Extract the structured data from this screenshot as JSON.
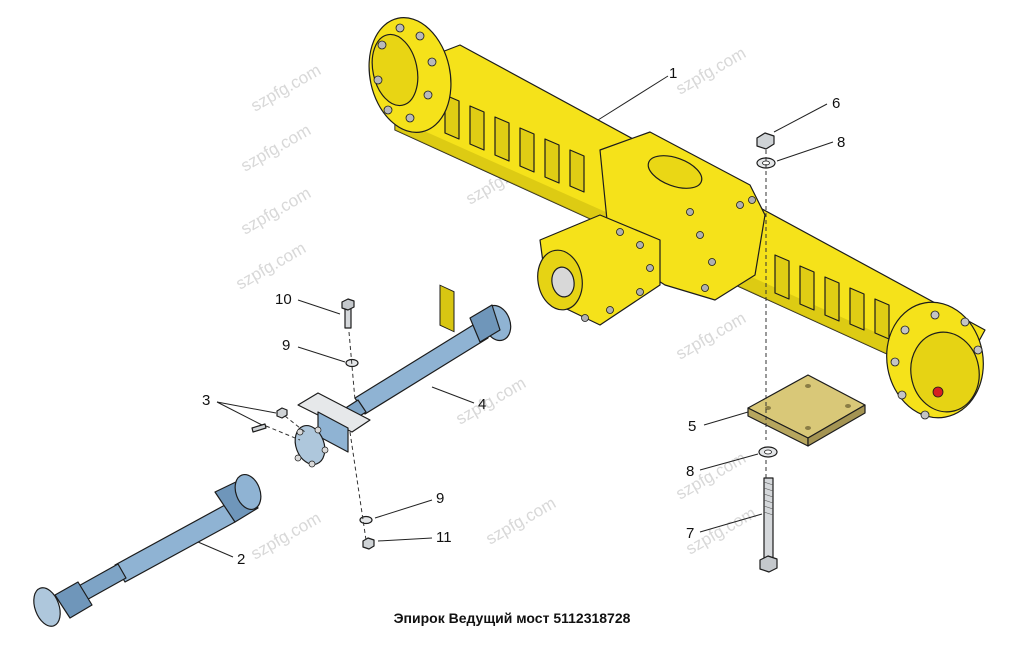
{
  "caption": "Эпирок Ведущий мост 5112318728",
  "watermark": "szpfg.com",
  "colors": {
    "axle_yellow": "#f5e21a",
    "axle_shade": "#c9b80f",
    "shaft_blue": "#8fb3d3",
    "shaft_shade": "#5f86aa",
    "plate_tan": "#d9c878",
    "steel": "#cfd3d6",
    "outline": "#1c1c1c"
  },
  "callouts": [
    {
      "id": "c1",
      "label": "1"
    },
    {
      "id": "c2",
      "label": "2"
    },
    {
      "id": "c3",
      "label": "3"
    },
    {
      "id": "c4",
      "label": "4"
    },
    {
      "id": "c5",
      "label": "5"
    },
    {
      "id": "c6",
      "label": "6"
    },
    {
      "id": "c7",
      "label": "7"
    },
    {
      "id": "c8a",
      "label": "8"
    },
    {
      "id": "c8b",
      "label": "8"
    },
    {
      "id": "c9a",
      "label": "9"
    },
    {
      "id": "c9b",
      "label": "9"
    },
    {
      "id": "c10",
      "label": "10"
    },
    {
      "id": "c11",
      "label": "11"
    }
  ]
}
